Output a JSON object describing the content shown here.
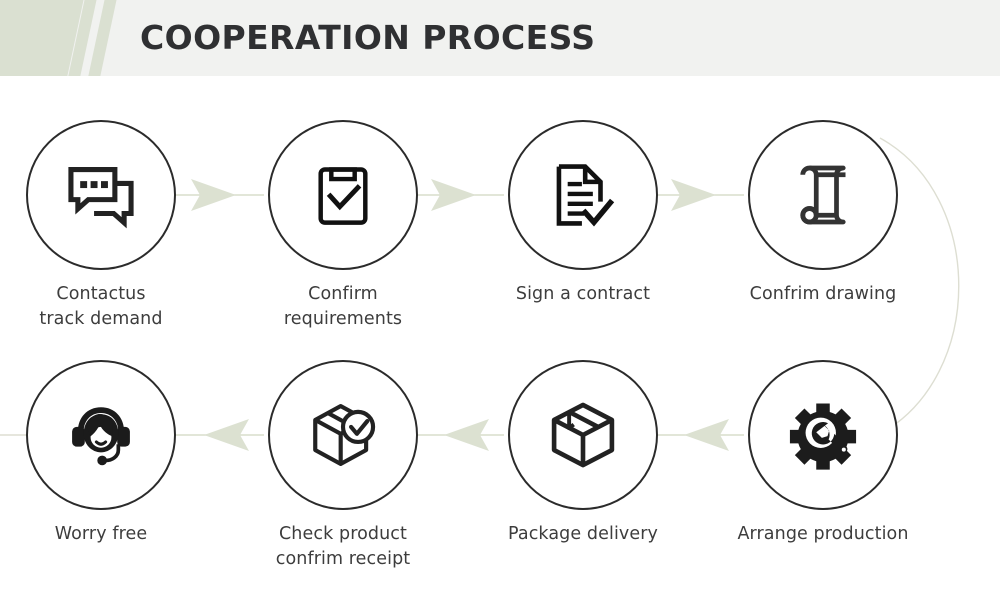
{
  "header": {
    "title": "COOPERATION PROCESS",
    "bar_bg": "#f1f2f0",
    "accent_color": "#dae0d1",
    "title_color": "#2f3032"
  },
  "theme": {
    "circle_stroke": "#2b2b2b",
    "icon_color": "#222222",
    "label_color": "#3d3d3d",
    "connector_color": "#d8ddcc",
    "arrow_color": "#dce1d1",
    "page_bg": "#ffffff"
  },
  "flow": {
    "rows": [
      {
        "direction": "left-to-right"
      },
      {
        "direction": "right-to-left"
      }
    ],
    "steps": [
      {
        "index": 1,
        "icon": "chat-bubbles-icon",
        "line1": "Contactus",
        "line2": "track demand"
      },
      {
        "index": 2,
        "icon": "clipboard-check-icon",
        "line1": "Confirm",
        "line2": "requirements"
      },
      {
        "index": 3,
        "icon": "document-check-icon",
        "line1": "Sign a contract",
        "line2": ""
      },
      {
        "index": 4,
        "icon": "blueprint-scroll-icon",
        "line1": "Confrim drawing",
        "line2": ""
      },
      {
        "index": 5,
        "icon": "support-headset-icon",
        "line1": "Worry free",
        "line2": ""
      },
      {
        "index": 6,
        "icon": "box-check-icon",
        "line1": "Check product",
        "line2": "confrim receipt"
      },
      {
        "index": 7,
        "icon": "package-box-icon",
        "line1": "Package delivery",
        "line2": ""
      },
      {
        "index": 8,
        "icon": "gear-wrench-icon",
        "line1": "Arrange production",
        "line2": ""
      }
    ]
  }
}
